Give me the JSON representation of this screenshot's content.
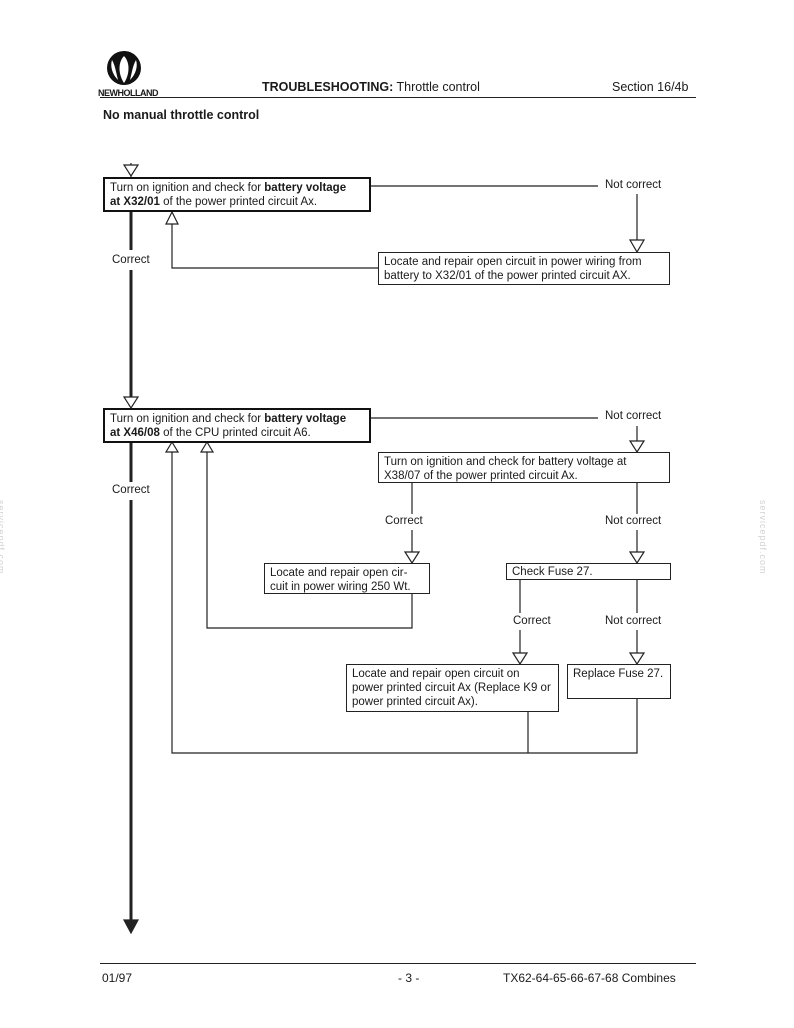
{
  "header": {
    "brand": "NEWHOLLAND",
    "logo_icon": "new-holland-leaf-logo",
    "title_bold": "TROUBLESHOOTING:",
    "title_rest": " Throttle control",
    "section": "Section 16/4b"
  },
  "subtitle": "No manual throttle control",
  "watermark": "servicepdf.com",
  "flow": {
    "step1": {
      "pre": "Turn on ignition and check for ",
      "bold1": "battery voltage",
      "bold2": "at X32/01",
      "post": " of the power printed circuit Ax."
    },
    "step1_not_correct": "Not correct",
    "step1_correct": "Correct",
    "step1_fix": "Locate and repair open circuit in power wiring from battery to X32/01 of the power printed circuit AX.",
    "step2": {
      "pre": "Turn on ignition and check for ",
      "bold1": "battery voltage",
      "bold2": "at X46/08",
      "post": " of the CPU printed circuit A6."
    },
    "step2_not_correct": "Not correct",
    "step2_correct": "Correct",
    "step3": "Turn on  ignition and check for battery voltage at X38/07 of the power printed circuit Ax.",
    "step3_correct": "Correct",
    "step3_not_correct": "Not correct",
    "step3_fix": "Locate and repair open cir-cuit in power wiring 250 Wt.",
    "fuse_check": "Check Fuse 27.",
    "fuse_correct": "Correct",
    "fuse_not_correct": "Not correct",
    "fuse_fix_correct": "Locate and repair open circuit on power printed circuit Ax (Replace K9 or power printed circuit Ax).",
    "fuse_replace": "Replace   Fuse 27."
  },
  "footer": {
    "date": "01/97",
    "page": "- 3 -",
    "model": "TX62-64-65-66-67-68 Combines"
  }
}
